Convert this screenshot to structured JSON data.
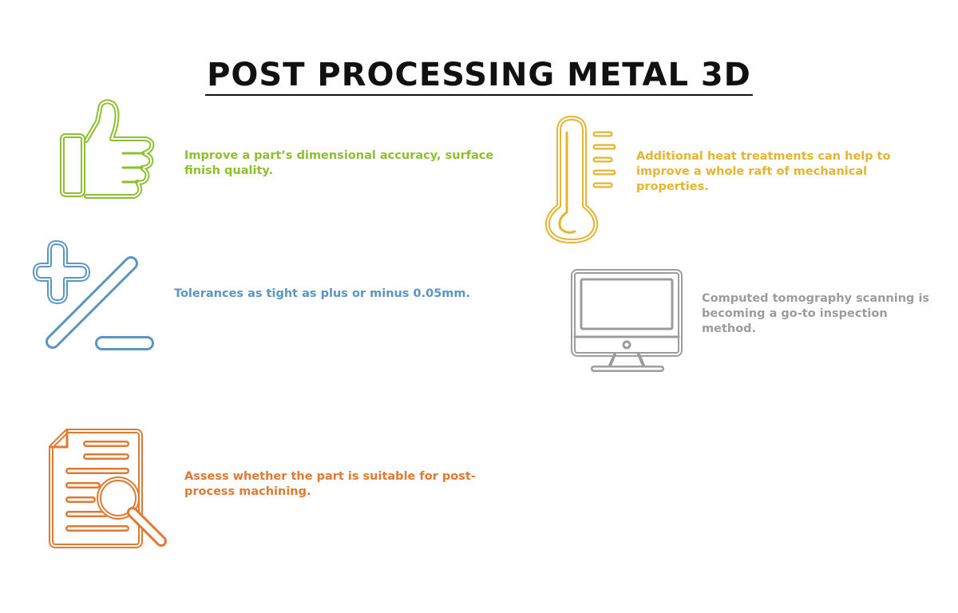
{
  "title": "POST PROCESSING METAL 3D",
  "colors": {
    "green": "#8dbf2f",
    "blue": "#5b95c4",
    "orange": "#e07a32",
    "yellow": "#e5b431",
    "gray": "#9c9c9c"
  },
  "items": [
    {
      "icon": "thumbs-up-icon",
      "text": "Improve a part’s dimensional accuracy, surface finish quality."
    },
    {
      "icon": "plus-minus-icon",
      "text": "Tolerances as tight as plus or minus 0.05mm."
    },
    {
      "icon": "document-search-icon",
      "text": "Assess whether the part is suitable for post-process machining."
    },
    {
      "icon": "thermometer-icon",
      "text": "Additional heat treatments can help to improve a whole raft of mechanical properties."
    },
    {
      "icon": "computer-monitor-icon",
      "text": "Computed tomography scanning is becoming a go-to inspection method."
    }
  ]
}
